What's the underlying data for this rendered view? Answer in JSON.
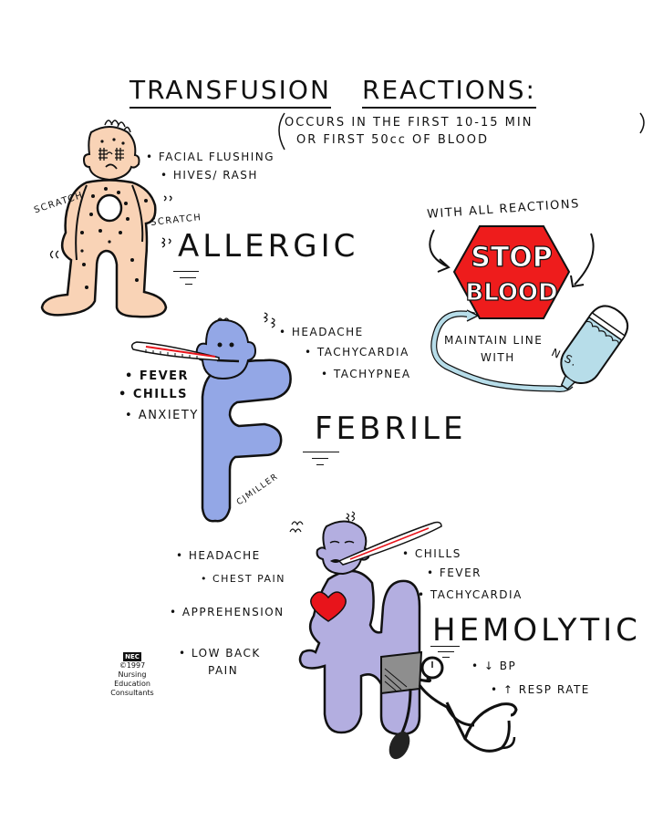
{
  "title": {
    "part1": "TRANSFUSION",
    "part2": "REACTIONS:"
  },
  "timing_note": {
    "line1": "OCCURS IN THE FIRST 10-15 MIN",
    "line2": "OR FIRST 50cc OF BLOOD"
  },
  "allergic": {
    "label": "ALLERGIC",
    "symptoms": [
      "• FACIAL FLUSHING",
      "• HIVES/ RASH"
    ],
    "scratch_left": "SCRATCH",
    "scratch_right": "SCRATCH",
    "colors": {
      "skin": "#f9d3b6",
      "dots": "#111111"
    }
  },
  "febrile": {
    "label": "FEBRILE",
    "symptoms_left": [
      "• FEVER",
      "• CHILLS",
      "• ANXIETY"
    ],
    "symptoms_right": [
      "• HEADACHE",
      "• TACHYCARDIA",
      "• TACHYPNEA"
    ],
    "signature": "CJMILLER",
    "colors": {
      "body": "#93a7e6"
    }
  },
  "hemolytic": {
    "label": "HEMOLYTIC",
    "symptoms_left": [
      "• HEADACHE",
      "• CHEST PAIN",
      "• APPREHENSION",
      "• LOW BACK",
      "PAIN"
    ],
    "symptoms_right": [
      "• CHILLS",
      "• FEVER",
      "• TACHYCARDIA"
    ],
    "vitals": [
      "• ↓ BP",
      "• ↑ RESP RATE"
    ],
    "colors": {
      "body": "#b3aee0",
      "heart": "#e8141b",
      "cuff": "#8e8e8e"
    }
  },
  "action": {
    "header": "WITH ALL REACTIONS",
    "stop_line1": "STOP",
    "stop_line2": "BLOOD",
    "maintain_line1": "MAINTAIN LINE",
    "maintain_line2": "WITH",
    "bag_label": "N.S.",
    "colors": {
      "stop_sign": "#ee1c1c",
      "saline": "#b7dde9"
    }
  },
  "credit": {
    "logo": "NEC",
    "year": "©1997",
    "org_line1": "Nursing",
    "org_line2": "Education",
    "org_line3": "Consultants"
  }
}
